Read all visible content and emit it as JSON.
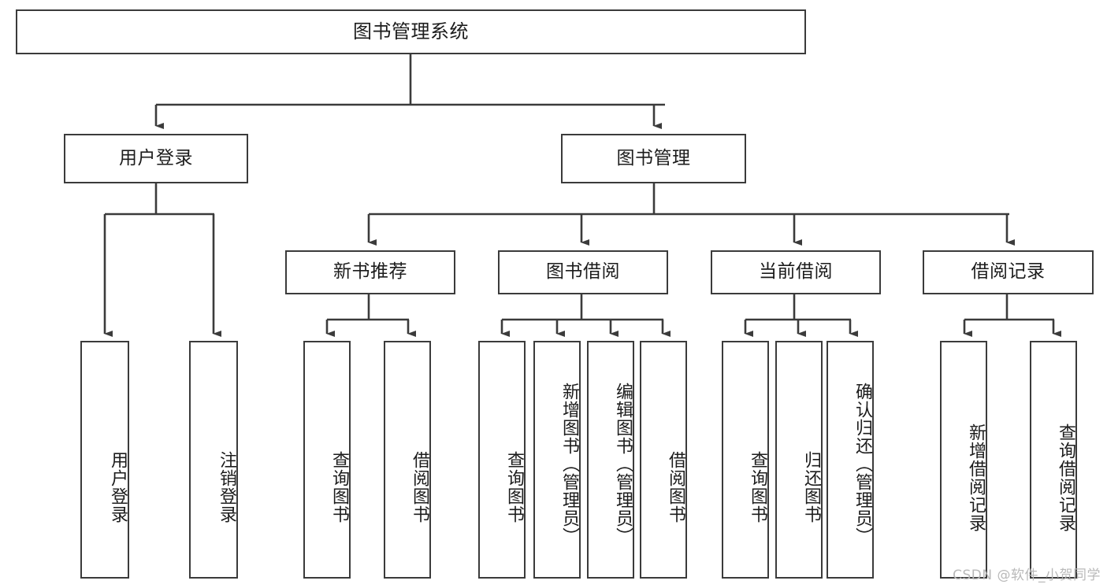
{
  "diagram": {
    "title": "图书管理系统",
    "type": "tree-hierarchy",
    "watermark": "CSDN @软件_小贺同学",
    "edge_color": "#3b3b3b",
    "box_border_color": "#3b3b3b",
    "background_color": "#ffffff",
    "text_color": "#1c1c1c",
    "nodes": {
      "root": {
        "label": "图书管理系统",
        "orientation": "horizontal"
      },
      "level2": [
        {
          "id": "user-login",
          "label": "用户登录",
          "orientation": "horizontal"
        },
        {
          "id": "book-management",
          "label": "图书管理",
          "orientation": "horizontal"
        }
      ],
      "level3": [
        {
          "id": "new-book-recommend",
          "label": "新书推荐",
          "orientation": "horizontal"
        },
        {
          "id": "book-borrow",
          "label": "图书借阅",
          "orientation": "horizontal"
        },
        {
          "id": "current-borrow",
          "label": "当前借阅",
          "orientation": "horizontal"
        },
        {
          "id": "borrow-record",
          "label": "借阅记录",
          "orientation": "horizontal"
        }
      ],
      "leaves": [
        {
          "id": "leaf-user-login",
          "label": "用户登录",
          "parent": "user-login",
          "orientation": "vertical"
        },
        {
          "id": "leaf-user-logout",
          "label": "注销登录",
          "parent": "user-login",
          "orientation": "vertical"
        },
        {
          "id": "leaf-query-book-1",
          "label": "查询图书",
          "parent": "new-book-recommend",
          "orientation": "vertical"
        },
        {
          "id": "leaf-borrow-book-1",
          "label": "借阅图书",
          "parent": "new-book-recommend",
          "orientation": "vertical"
        },
        {
          "id": "leaf-query-book-2",
          "label": "查询图书",
          "parent": "book-borrow",
          "orientation": "vertical"
        },
        {
          "id": "leaf-add-book",
          "label": "新增图书（管理员）",
          "parent": "book-borrow",
          "orientation": "vertical"
        },
        {
          "id": "leaf-edit-book",
          "label": "编辑图书（管理员）",
          "parent": "book-borrow",
          "orientation": "vertical"
        },
        {
          "id": "leaf-borrow-book-2",
          "label": "借阅图书",
          "parent": "book-borrow",
          "orientation": "vertical"
        },
        {
          "id": "leaf-query-book-3",
          "label": "查询图书",
          "parent": "current-borrow",
          "orientation": "vertical"
        },
        {
          "id": "leaf-return-book",
          "label": "归还图书",
          "parent": "current-borrow",
          "orientation": "vertical"
        },
        {
          "id": "leaf-confirm-return",
          "label": "确认归还（管理员）",
          "parent": "current-borrow",
          "orientation": "vertical"
        },
        {
          "id": "leaf-add-record",
          "label": "新增借阅记录",
          "parent": "borrow-record",
          "orientation": "vertical"
        },
        {
          "id": "leaf-query-record",
          "label": "查询借阅记录",
          "parent": "borrow-record",
          "orientation": "vertical"
        }
      ]
    }
  }
}
